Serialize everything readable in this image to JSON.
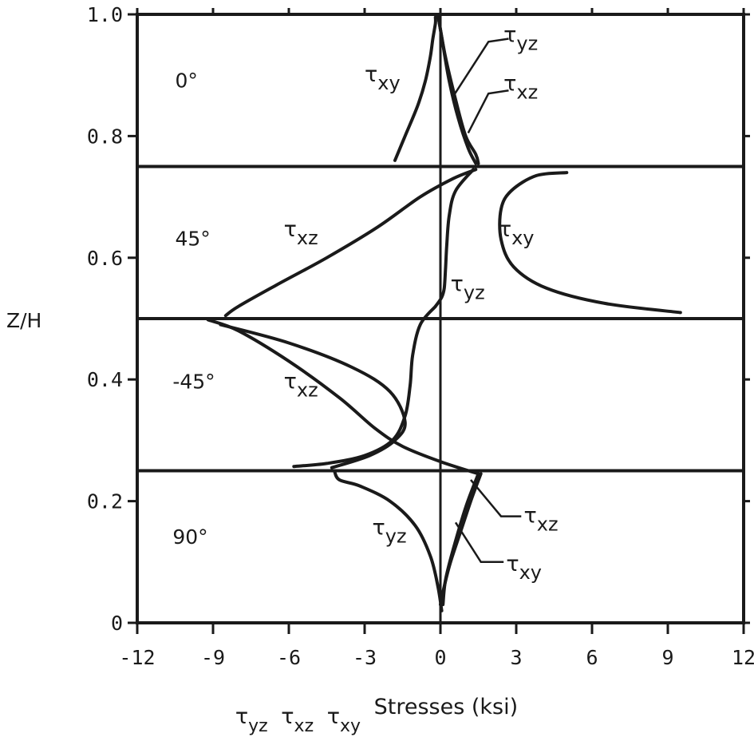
{
  "chart_data": {
    "type": "line",
    "title": "",
    "xlabel": "Stresses (ksi)",
    "xlabel_symbols": [
      "τyz",
      "τxz",
      "τxy"
    ],
    "ylabel": "Z/H",
    "xlim": [
      -12,
      12
    ],
    "ylim": [
      0,
      1.0
    ],
    "x_ticks": [
      -12,
      -9,
      -6,
      -3,
      0,
      3,
      6,
      9,
      12
    ],
    "x_tick_labels": [
      "-12",
      "-9",
      "-6",
      "-3",
      "0",
      "3",
      "6",
      "9",
      "12"
    ],
    "y_ticks": [
      0,
      0.2,
      0.4,
      0.6,
      0.8,
      1.0
    ],
    "y_tick_labels": [
      "0",
      "0.2",
      "0.4",
      "0.6",
      "0.8",
      "1.0"
    ],
    "grid": false,
    "ply_boundaries": [
      0.25,
      0.5,
      0.75
    ],
    "ply_labels": [
      {
        "text": "0°",
        "x": -10.5,
        "y": 0.88
      },
      {
        "text": "45°",
        "x": -10.5,
        "y": 0.62
      },
      {
        "text": "-45°",
        "x": -10.6,
        "y": 0.385
      },
      {
        "text": "90°",
        "x": -10.6,
        "y": 0.13
      }
    ],
    "series": [
      {
        "name": "τxy",
        "x": [
          -1.8,
          -1.4,
          -0.9,
          -0.6,
          -0.4,
          -0.3,
          -0.2,
          -0.2
        ],
        "y": [
          0.76,
          0.8,
          0.85,
          0.89,
          0.93,
          0.96,
          0.985,
          0.995
        ]
      },
      {
        "name": "τyz",
        "x": [
          -0.1,
          0.1,
          0.35,
          0.7,
          1.1,
          1.4
        ],
        "y": [
          1.0,
          0.95,
          0.89,
          0.83,
          0.78,
          0.755
        ]
      },
      {
        "name": "τxz",
        "x": [
          -0.1,
          0.2,
          0.6,
          1.0,
          1.4,
          1.5
        ],
        "y": [
          1.0,
          0.93,
          0.86,
          0.8,
          0.77,
          0.755
        ]
      },
      {
        "name": "τxz",
        "x": [
          1.4,
          0.5,
          -0.8,
          -2.5,
          -4.5,
          -6.5,
          -8.0,
          -8.5
        ],
        "y": [
          0.745,
          0.73,
          0.7,
          0.65,
          0.6,
          0.555,
          0.52,
          0.505
        ]
      },
      {
        "name": "τyz",
        "x": [
          1.3,
          0.6,
          0.35,
          0.25,
          0.2,
          0.15,
          0.05,
          -0.2
        ],
        "y": [
          0.745,
          0.71,
          0.67,
          0.62,
          0.58,
          0.55,
          0.535,
          0.52
        ]
      },
      {
        "name": "τxy",
        "x": [
          5.0,
          3.8,
          2.8,
          2.4,
          2.4,
          2.9,
          4.2,
          6.5,
          9.5
        ],
        "y": [
          0.74,
          0.735,
          0.71,
          0.68,
          0.63,
          0.585,
          0.55,
          0.525,
          0.51
        ]
      },
      {
        "name": "τxz",
        "x": [
          -9.2,
          -8.0,
          -6.0,
          -4.0,
          -2.6,
          -1.5,
          0.0,
          1.5
        ],
        "y": [
          0.498,
          0.48,
          0.43,
          0.37,
          0.32,
          0.29,
          0.265,
          0.245
        ]
      },
      {
        "name": "τyz",
        "x": [
          -0.2,
          -0.8,
          -1.1,
          -1.2,
          -1.4,
          -1.9,
          -3.0,
          -4.5,
          -5.8
        ],
        "y": [
          0.52,
          0.49,
          0.44,
          0.39,
          0.34,
          0.3,
          0.275,
          0.262,
          0.257
        ]
      },
      {
        "name": "τxz",
        "x": [
          -8.7,
          -6.0,
          -3.5,
          -2.0,
          -1.4,
          -1.8,
          -2.8,
          -4.3
        ],
        "y": [
          0.49,
          0.46,
          0.42,
          0.38,
          0.33,
          0.3,
          0.275,
          0.255
        ]
      },
      {
        "name": "τyz",
        "x": [
          -4.2,
          -4.0,
          -3.2,
          -2.0,
          -1.0,
          -0.4,
          -0.1,
          0.05
        ],
        "y": [
          0.25,
          0.235,
          0.225,
          0.2,
          0.16,
          0.11,
          0.06,
          0.02
        ]
      },
      {
        "name": "τxz",
        "x": [
          1.6,
          1.2,
          0.8,
          0.4,
          0.15,
          0.0
        ],
        "y": [
          0.245,
          0.2,
          0.15,
          0.1,
          0.06,
          0.03
        ]
      },
      {
        "name": "τxy",
        "x": [
          1.5,
          1.0,
          0.5,
          0.2,
          0.1
        ],
        "y": [
          0.245,
          0.19,
          0.12,
          0.07,
          0.03
        ]
      }
    ],
    "annotations": [
      {
        "base": "τ",
        "sub": "xy",
        "x": -3.0,
        "y": 0.89
      },
      {
        "base": "τ",
        "sub": "yz",
        "x": 2.5,
        "y": 0.955,
        "leader": [
          [
            2.7,
            0.96
          ],
          [
            1.9,
            0.955
          ],
          [
            0.5,
            0.865
          ]
        ]
      },
      {
        "base": "τ",
        "sub": "xz",
        "x": 2.5,
        "y": 0.875,
        "leader": [
          [
            2.7,
            0.875
          ],
          [
            1.9,
            0.87
          ],
          [
            1.1,
            0.805
          ]
        ]
      },
      {
        "base": "τ",
        "sub": "xz",
        "x": -6.2,
        "y": 0.635
      },
      {
        "base": "τ",
        "sub": "xy",
        "x": 2.3,
        "y": 0.635
      },
      {
        "base": "τ",
        "sub": "yz",
        "x": 0.4,
        "y": 0.545
      },
      {
        "base": "τ",
        "sub": "xz",
        "x": -6.2,
        "y": 0.385
      },
      {
        "base": "τ",
        "sub": "yz",
        "x": -2.7,
        "y": 0.145
      },
      {
        "base": "τ",
        "sub": "xz",
        "x": 3.3,
        "y": 0.165,
        "leader": [
          [
            3.2,
            0.175
          ],
          [
            2.4,
            0.175
          ],
          [
            1.2,
            0.235
          ]
        ]
      },
      {
        "base": "τ",
        "sub": "xy",
        "x": 2.6,
        "y": 0.085,
        "leader": [
          [
            2.5,
            0.1
          ],
          [
            1.6,
            0.1
          ],
          [
            0.6,
            0.165
          ]
        ]
      }
    ]
  }
}
